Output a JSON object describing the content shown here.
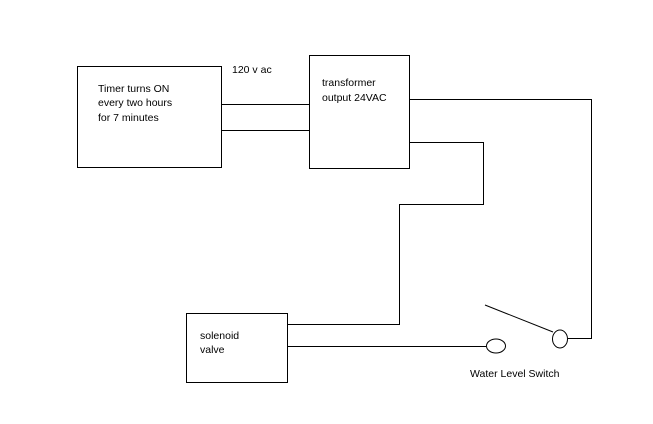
{
  "timer": {
    "lines": [
      "Timer turns ON",
      "every two hours",
      "for 7 minutes"
    ]
  },
  "supply": {
    "label": "120 v ac"
  },
  "transformer": {
    "lines": [
      "transformer",
      "output 24VAC"
    ]
  },
  "solenoid": {
    "lines": [
      "solenoid",
      "valve"
    ]
  },
  "switch": {
    "label": "Water Level Switch"
  },
  "colors": {
    "line": "#000000",
    "background": "#ffffff"
  }
}
